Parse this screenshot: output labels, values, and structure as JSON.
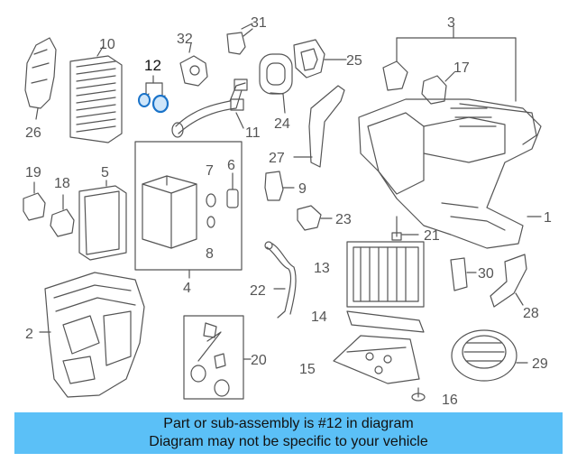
{
  "callouts": [
    {
      "id": "1",
      "label": "1"
    },
    {
      "id": "2",
      "label": "2"
    },
    {
      "id": "3",
      "label": "3"
    },
    {
      "id": "4",
      "label": "4"
    },
    {
      "id": "5",
      "label": "5"
    },
    {
      "id": "6",
      "label": "6"
    },
    {
      "id": "7",
      "label": "7"
    },
    {
      "id": "8",
      "label": "8"
    },
    {
      "id": "9",
      "label": "9"
    },
    {
      "id": "10",
      "label": "10"
    },
    {
      "id": "11",
      "label": "11"
    },
    {
      "id": "12",
      "label": "12"
    },
    {
      "id": "13",
      "label": "13"
    },
    {
      "id": "14",
      "label": "14"
    },
    {
      "id": "15",
      "label": "15"
    },
    {
      "id": "16",
      "label": "16"
    },
    {
      "id": "17",
      "label": "17"
    },
    {
      "id": "18",
      "label": "18"
    },
    {
      "id": "19",
      "label": "19"
    },
    {
      "id": "20",
      "label": "20"
    },
    {
      "id": "21",
      "label": "21"
    },
    {
      "id": "22",
      "label": "22"
    },
    {
      "id": "23",
      "label": "23"
    },
    {
      "id": "24",
      "label": "24"
    },
    {
      "id": "25",
      "label": "25"
    },
    {
      "id": "26",
      "label": "26"
    },
    {
      "id": "27",
      "label": "27"
    },
    {
      "id": "28",
      "label": "28"
    },
    {
      "id": "29",
      "label": "29"
    },
    {
      "id": "30",
      "label": "30"
    },
    {
      "id": "31",
      "label": "31"
    },
    {
      "id": "32",
      "label": "32"
    }
  ],
  "highlighted_callout": "12",
  "colors": {
    "caption_bg": "#5bc0f7",
    "highlight_part": "#1a73c9",
    "line": "#555555"
  },
  "caption": {
    "line1": "Part or sub-assembly is #12 in diagram",
    "line2": "Diagram may not be specific to your vehicle"
  }
}
